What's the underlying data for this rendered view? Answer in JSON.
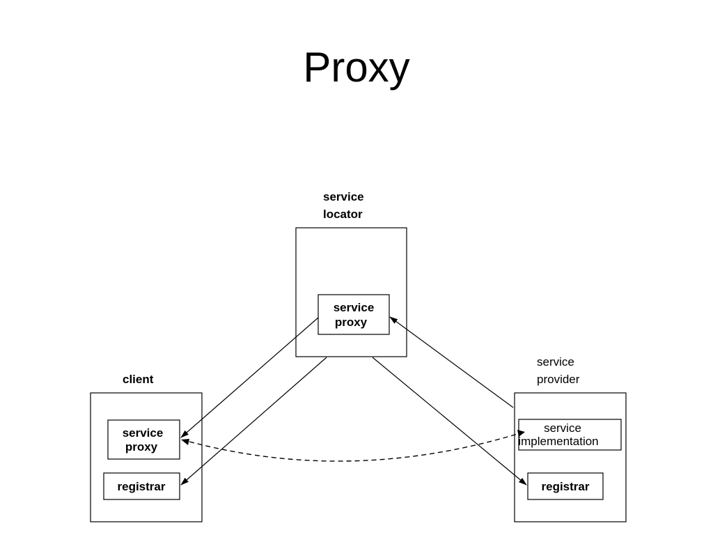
{
  "title": "Proxy",
  "nodes": {
    "service_locator": {
      "label_line1": "service",
      "label_line2": "locator",
      "proxy_line1": "service",
      "proxy_line2": "proxy"
    },
    "client": {
      "label": "client",
      "proxy_line1": "service",
      "proxy_line2": "proxy",
      "registrar": "registrar"
    },
    "service_provider": {
      "label_line1": "service",
      "label_line2": "provider",
      "impl_line1": "service",
      "impl_line2": "implementation",
      "registrar": "registrar"
    }
  }
}
